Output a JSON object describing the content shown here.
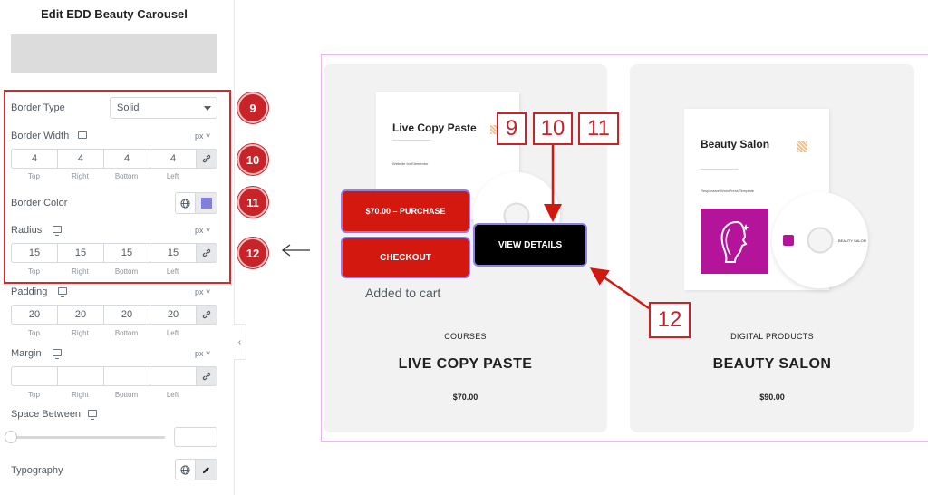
{
  "panel": {
    "title": "Edit EDD Beauty Carousel",
    "border_type": {
      "label": "Border Type",
      "value": "Solid"
    },
    "border_width": {
      "label": "Border Width",
      "unit": "px",
      "values": [
        "4",
        "4",
        "4",
        "4"
      ]
    },
    "border_color": {
      "label": "Border Color",
      "swatch": "#8080e0"
    },
    "radius": {
      "label": "Radius",
      "unit": "px",
      "values": [
        "15",
        "15",
        "15",
        "15"
      ]
    },
    "padding": {
      "label": "Padding",
      "unit": "px",
      "values": [
        "20",
        "20",
        "20",
        "20"
      ]
    },
    "margin": {
      "label": "Margin",
      "unit": "px",
      "values": [
        "",
        "",
        "",
        ""
      ]
    },
    "space_between": {
      "label": "Space Between"
    },
    "typography": {
      "label": "Typography"
    },
    "sub_labels": [
      "Top",
      "Right",
      "Bottom",
      "Left"
    ],
    "badges": [
      "9",
      "10",
      "11",
      "12"
    ]
  },
  "canvas": {
    "card1": {
      "mock_title": "Live Copy Paste",
      "mock_subtitle": "Website for Elementor",
      "category": "COURSES",
      "title": "LIVE COPY PASTE",
      "price": "$70.00",
      "purchase_label": "$70.00 – PURCHASE",
      "checkout_label": "CHECKOUT",
      "view_details_label": "VIEW DETAILS",
      "added_text": "Added to cart"
    },
    "card2": {
      "mock_title": "Beauty Salon",
      "mock_subtitle": "Responsive WordPress Template",
      "disc_label": "BEAUTY SALON",
      "category": "DIGITAL PRODUCTS",
      "title": "BEAUTY SALON",
      "price": "$90.00"
    },
    "callouts": [
      "9",
      "10",
      "11",
      "12"
    ]
  },
  "colors": {
    "accent_red": "#d31810",
    "annotation_red": "#c9232a",
    "button_border": "#8f7fe6",
    "frame_pink": "#e8b7ee"
  }
}
